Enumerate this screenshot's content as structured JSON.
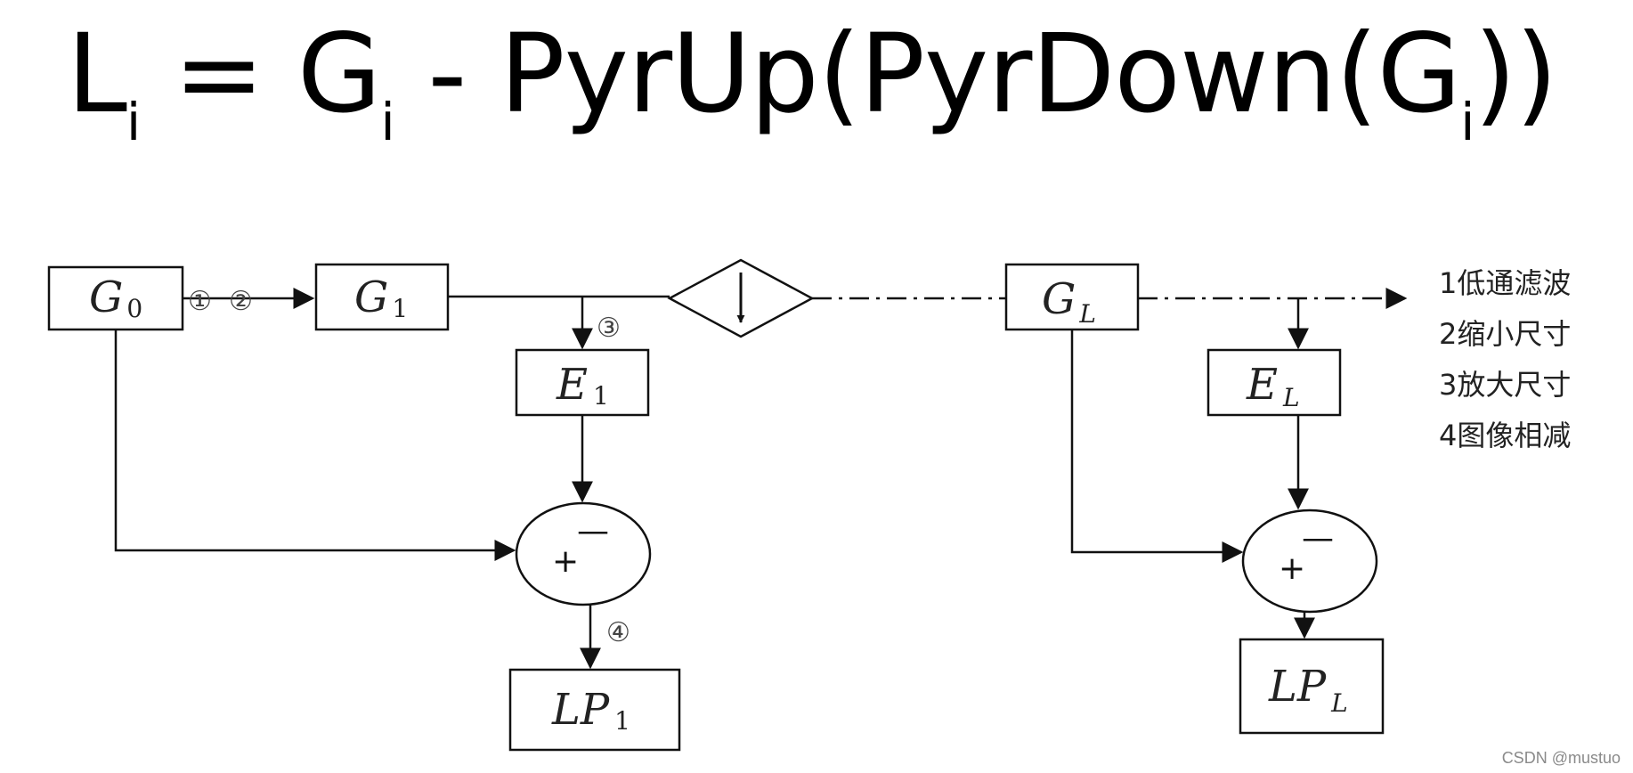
{
  "formula": {
    "lhs": "L",
    "lhs_sub": "i",
    "eq": "=",
    "g": "G",
    "g_sub": "i",
    "minus": "-",
    "fn_open": "PyrUp(PyrDown(G",
    "inner_sub": "i",
    "fn_close": "))"
  },
  "diagram": {
    "boxes": {
      "g0": {
        "main": "G",
        "sub": "0"
      },
      "g1": {
        "main": "G",
        "sub": "1"
      },
      "gl": {
        "main": "G",
        "sub": "L"
      },
      "e1": {
        "main": "E",
        "sub": "1"
      },
      "el": {
        "main": "E",
        "sub": "L"
      },
      "lp1": {
        "main": "LP",
        "sub": "1"
      },
      "lpl": {
        "main": "LP",
        "sub": "L"
      }
    },
    "step_markers": {
      "one": "①",
      "two": "②",
      "three": "③",
      "four": "④"
    },
    "subtractor": {
      "plus": "+",
      "minus": "—"
    },
    "downsample_symbol": "↓"
  },
  "legend": [
    "1低通滤波",
    "2缩小尺寸",
    "3放大尺寸",
    "4图像相减"
  ],
  "watermark": "CSDN @mustuo"
}
